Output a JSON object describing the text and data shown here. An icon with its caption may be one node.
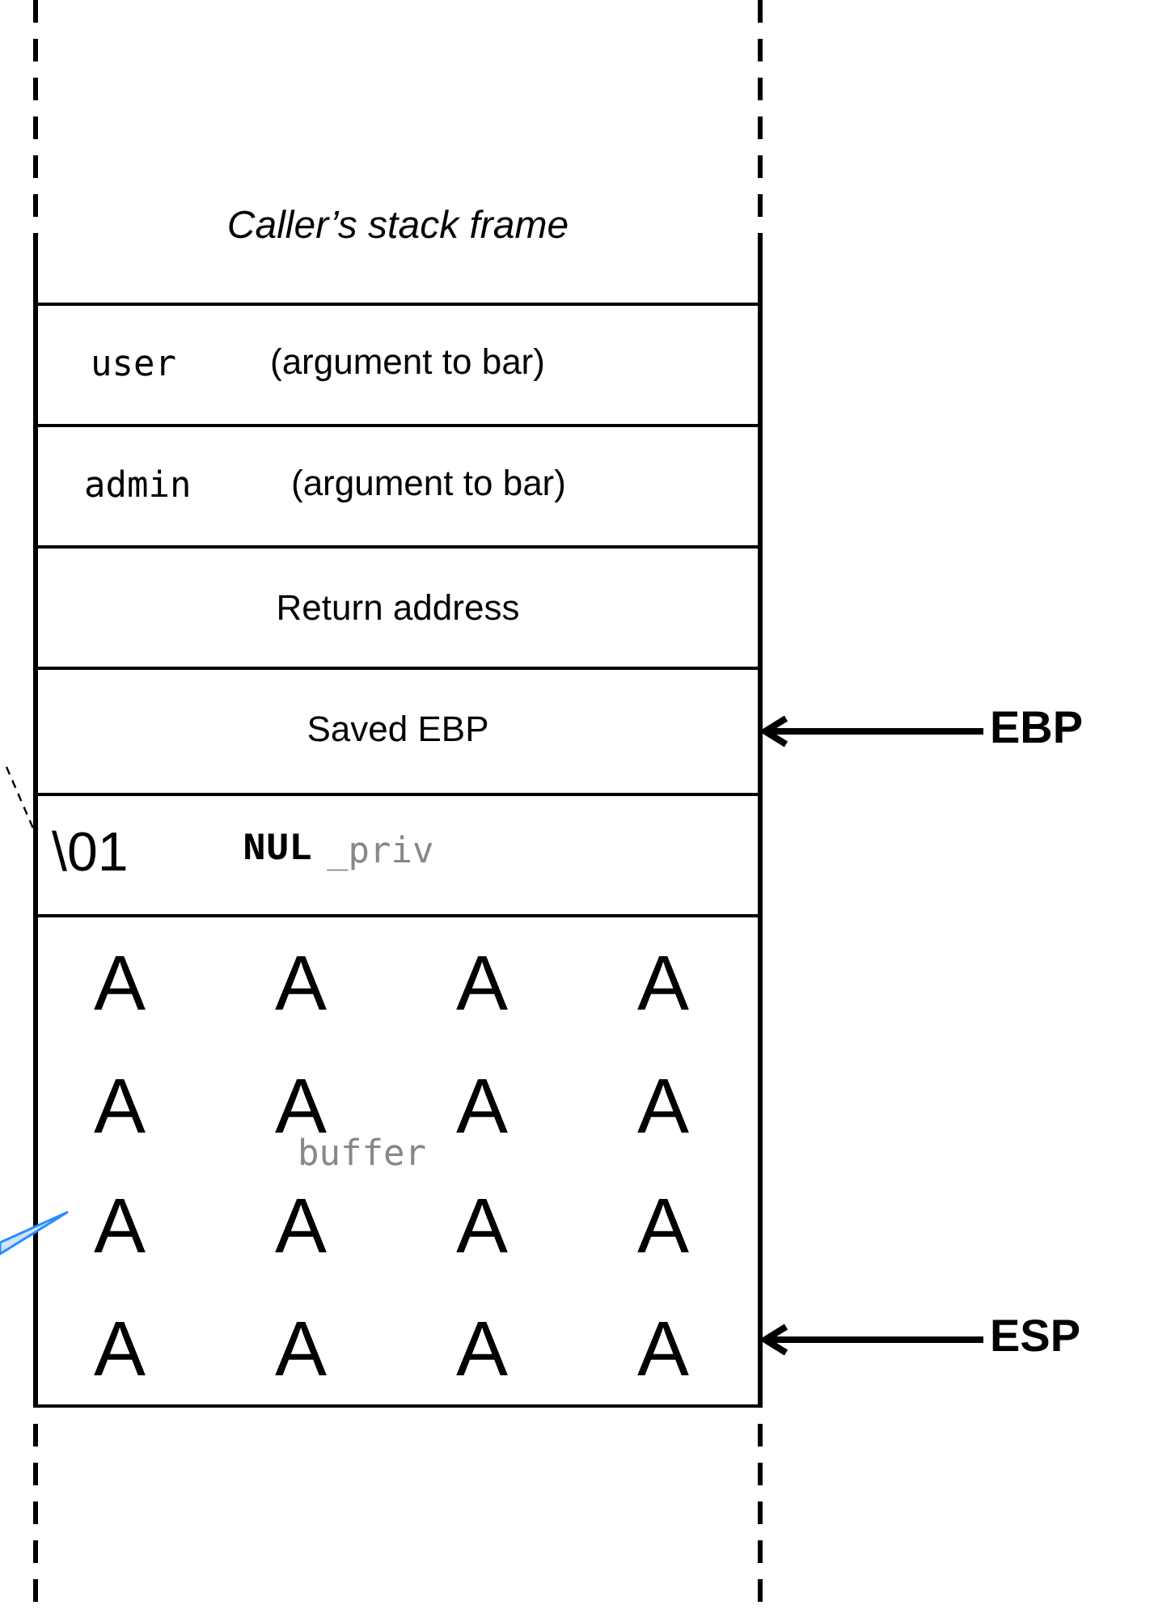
{
  "diagram": {
    "nodes": [
      {
        "text": [
          "Caller’s stack frame"
        ]
      },
      {
        "text": [
          "user",
          "(argument to bar)"
        ]
      },
      {
        "text": [
          "admin",
          "(argument to bar)"
        ]
      },
      {
        "text": [
          "Return address"
        ]
      },
      {
        "text": [
          "Saved EBP"
        ]
      },
      {
        "text": [
          "\\01",
          "NUL",
          "_priv"
        ]
      },
      {
        "text": [
          "A",
          "A",
          "A",
          "A",
          "A",
          "A",
          "A",
          "A",
          "A",
          "A",
          "A",
          "A",
          "A",
          "A",
          "A",
          "A",
          "buffer"
        ]
      },
      {
        "text": [
          "EBP"
        ]
      },
      {
        "text": [
          "ESP"
        ]
      }
    ],
    "edges": [
      {
        "from": 7,
        "to": 4,
        "arrow": "to"
      },
      {
        "from": 8,
        "to": 6,
        "arrow": "to"
      },
      {
        "from": null,
        "to": 5,
        "arrow": "none",
        "style": "dashed"
      }
    ]
  }
}
